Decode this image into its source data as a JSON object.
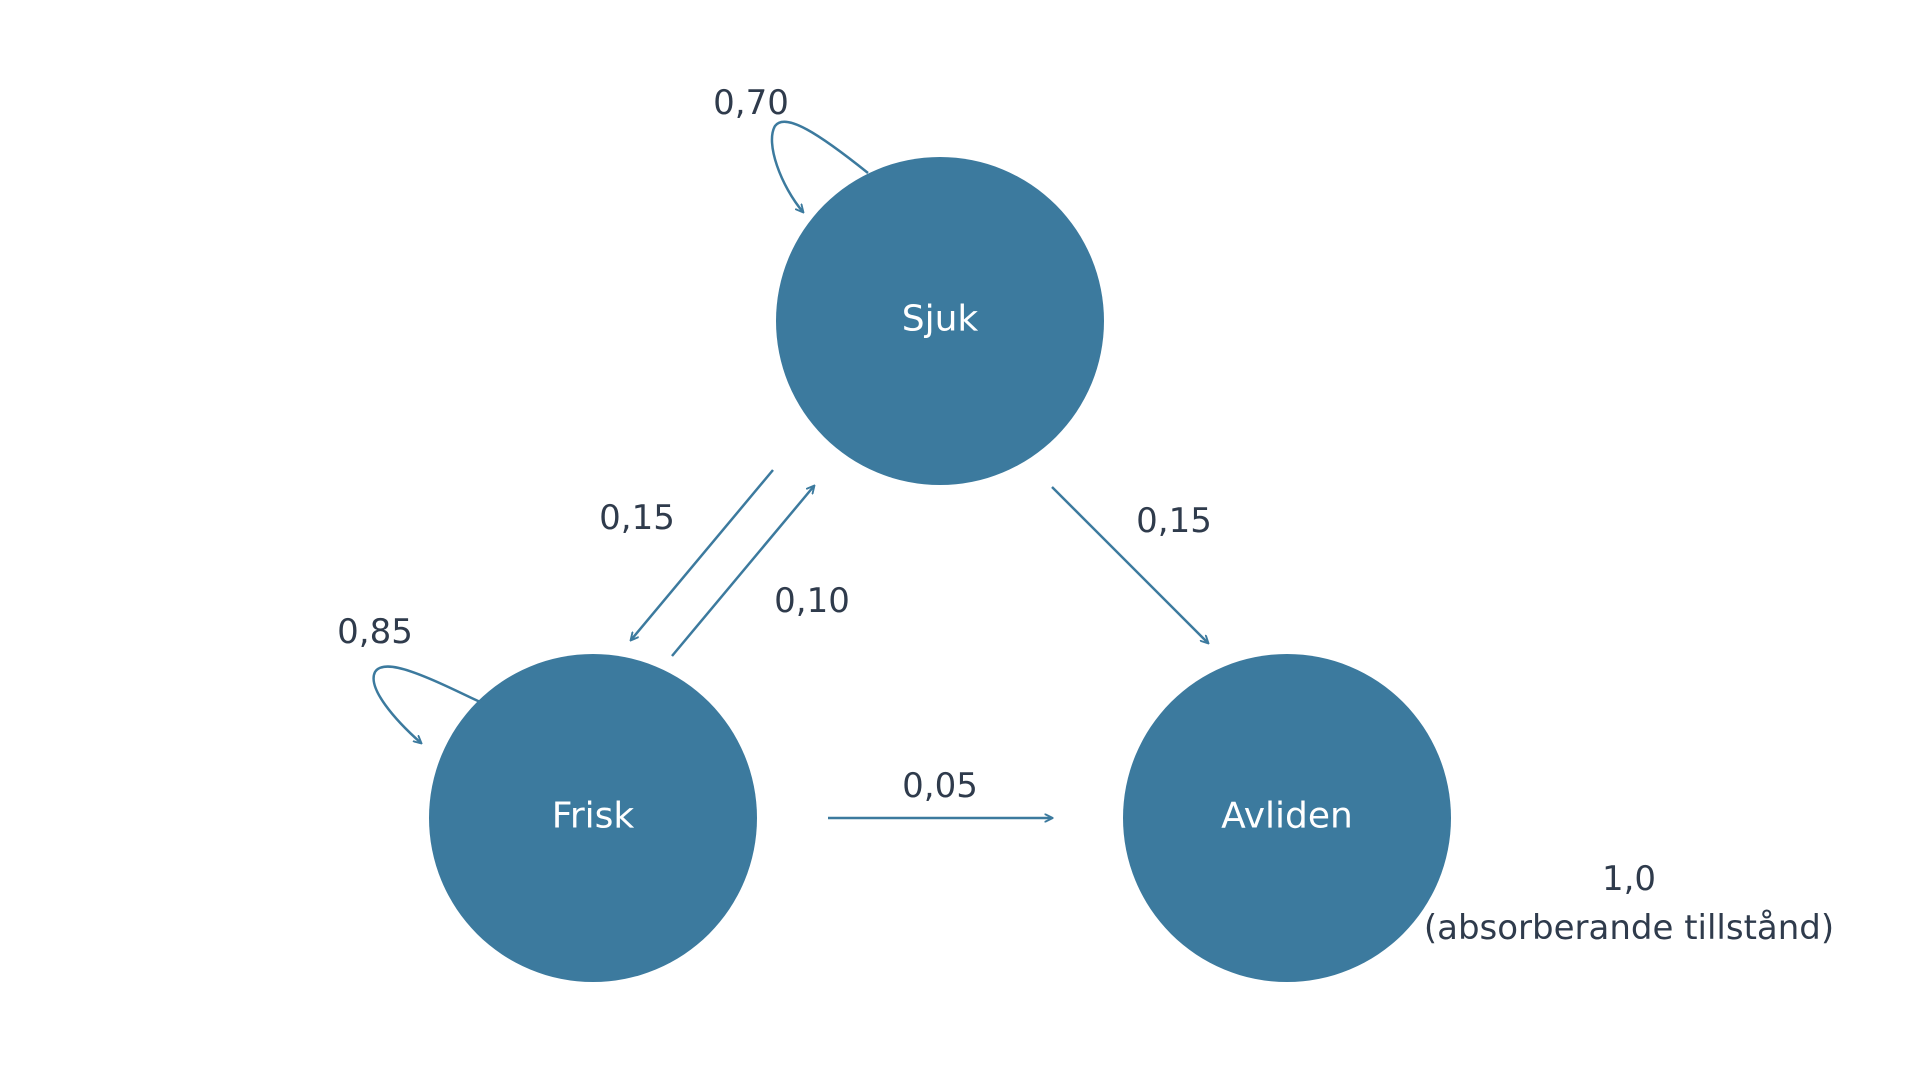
{
  "colors": {
    "node_fill": "#3c7a9e",
    "edge_stroke": "#3c7a9e",
    "text": "#2f3b4c",
    "node_text": "#ffffff"
  },
  "nodes": {
    "sjuk": "Sjuk",
    "frisk": "Frisk",
    "avliden": "Avliden"
  },
  "edges": {
    "sjuk_self": "0,70",
    "frisk_self": "0,85",
    "sjuk_to_frisk": "0,15",
    "frisk_to_sjuk": "0,10",
    "sjuk_to_avliden": "0,15",
    "frisk_to_avliden": "0,05"
  },
  "absorbing_note": {
    "probability": "1,0",
    "description": "(absorberande tillstånd)"
  }
}
